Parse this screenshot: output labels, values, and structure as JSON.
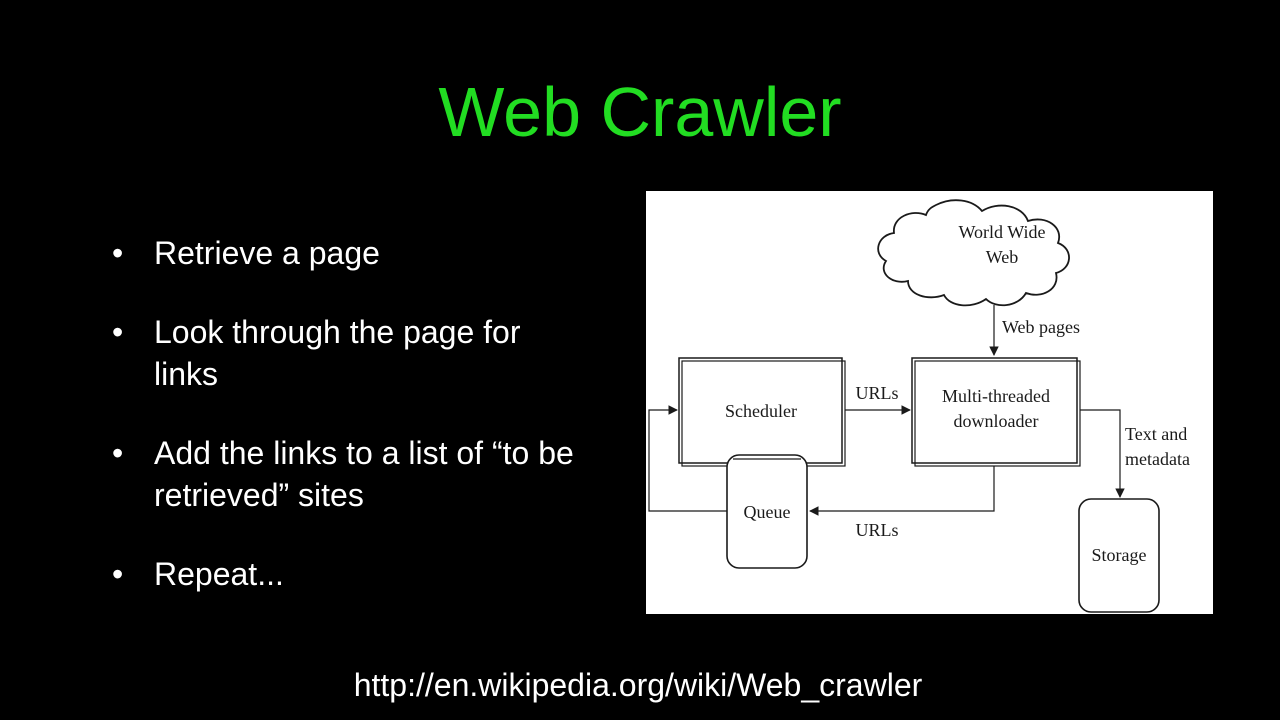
{
  "colors": {
    "background": "#000000",
    "title": "#22dd22",
    "text": "#ffffff",
    "diagram_bg": "#ffffff",
    "diagram_ink": "#1a1a1a"
  },
  "slide": {
    "title": "Web Crawler",
    "bullet_glyph": "•",
    "bullets": [
      {
        "text": "Retrieve a page"
      },
      {
        "text": "Look through the page for links"
      },
      {
        "text": "Add the links to a list of “to be retrieved” sites"
      },
      {
        "text": "Repeat..."
      }
    ],
    "source_url": "http://en.wikipedia.org/wiki/Web_crawler"
  },
  "diagram": {
    "nodes": {
      "web": {
        "line1": "World Wide",
        "line2": "Web"
      },
      "scheduler": {
        "label": "Scheduler"
      },
      "downloader": {
        "line1": "Multi-threaded",
        "line2": "downloader"
      },
      "queue": {
        "label": "Queue"
      },
      "storage": {
        "label": "Storage"
      }
    },
    "edges": {
      "web_pages": "Web pages",
      "urls_to_downloader": "URLs",
      "urls_to_queue": "URLs",
      "text_metadata_line1": "Text and",
      "text_metadata_line2": "metadata"
    }
  }
}
